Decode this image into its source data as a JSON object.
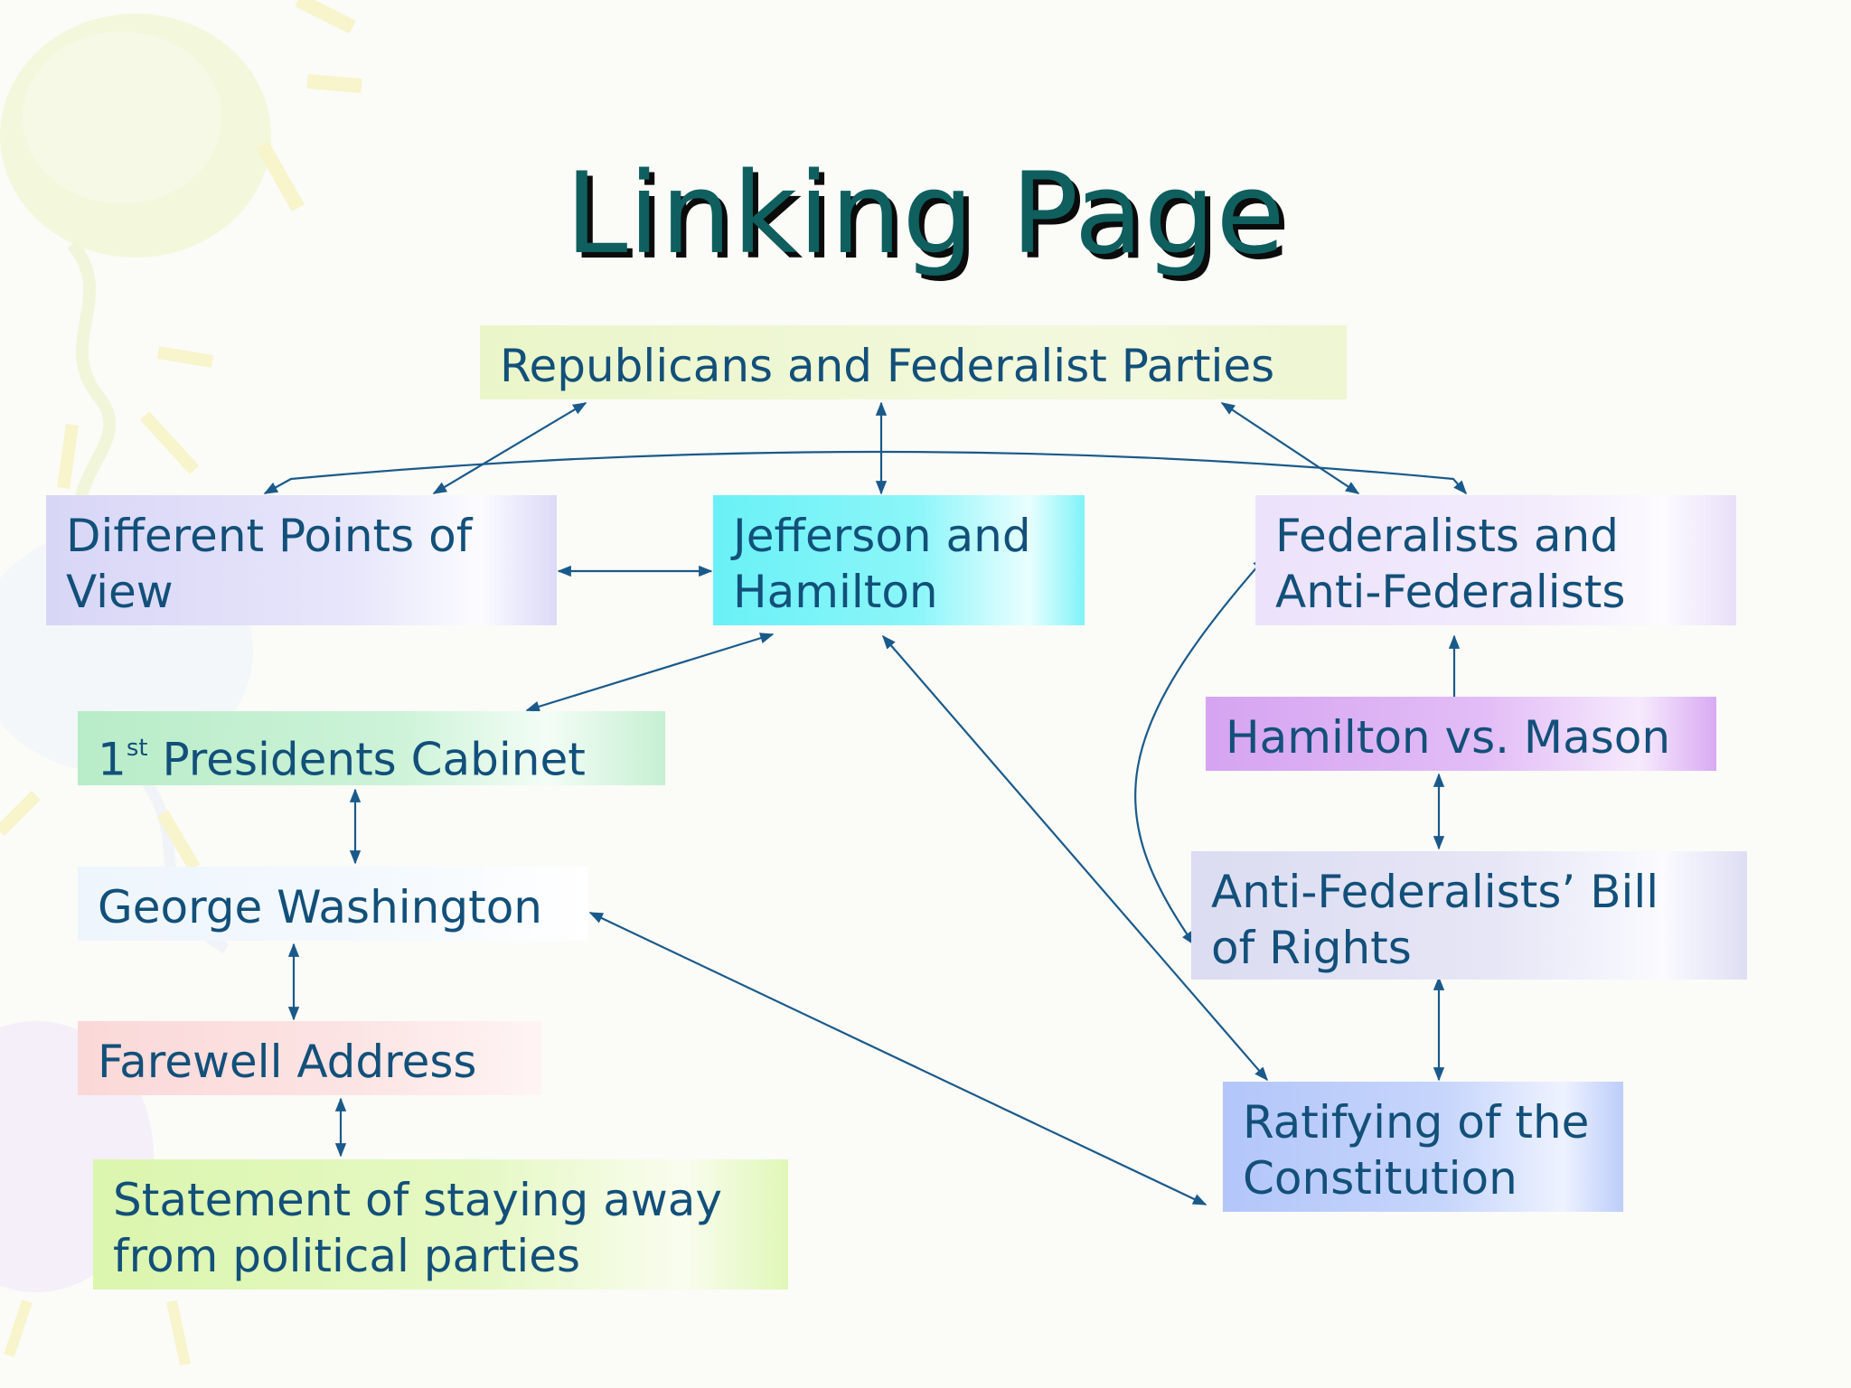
{
  "title": "Linking Page",
  "nodes": {
    "republicans_federalists": "Republicans and Federalist Parties",
    "different_points": {
      "line1": "Different Points of",
      "line2": "View"
    },
    "jefferson_hamilton": {
      "line1": "Jefferson and",
      "line2": "Hamilton"
    },
    "federalists_anti": {
      "line1": "Federalists and",
      "line2": "Anti-Federalists"
    },
    "first_cabinet": {
      "ordinal": "1",
      "suffix": "st",
      "text": " Presidents Cabinet"
    },
    "hamilton_vs_mason": "Hamilton vs. Mason",
    "george_washington": "George Washington",
    "anti_federalists_bill": {
      "line1": "Anti-Federalists’ Bill",
      "line2": "of Rights"
    },
    "farewell_address": "Farewell Address",
    "ratifying": {
      "line1": "Ratifying of the",
      "line2": "Constitution"
    },
    "statement": {
      "line1": "Statement of staying away",
      "line2": "from political parties"
    }
  },
  "links": [
    [
      "republicans_federalists",
      "different_points"
    ],
    [
      "republicans_federalists",
      "jefferson_hamilton"
    ],
    [
      "republicans_federalists",
      "federalists_anti"
    ],
    [
      "different_points",
      "federalists_anti"
    ],
    [
      "different_points",
      "jefferson_hamilton"
    ],
    [
      "jefferson_hamilton",
      "first_cabinet"
    ],
    [
      "jefferson_hamilton",
      "ratifying"
    ],
    [
      "federalists_anti",
      "hamilton_vs_mason"
    ],
    [
      "federalists_anti",
      "anti_federalists_bill"
    ],
    [
      "hamilton_vs_mason",
      "anti_federalists_bill"
    ],
    [
      "anti_federalists_bill",
      "ratifying"
    ],
    [
      "first_cabinet",
      "george_washington"
    ],
    [
      "george_washington",
      "farewell_address"
    ],
    [
      "george_washington",
      "ratifying"
    ],
    [
      "farewell_address",
      "statement"
    ]
  ],
  "colors": {
    "title": "#0f5f5f",
    "node_text": "#12507a",
    "arrow": "#1a5a8a"
  }
}
